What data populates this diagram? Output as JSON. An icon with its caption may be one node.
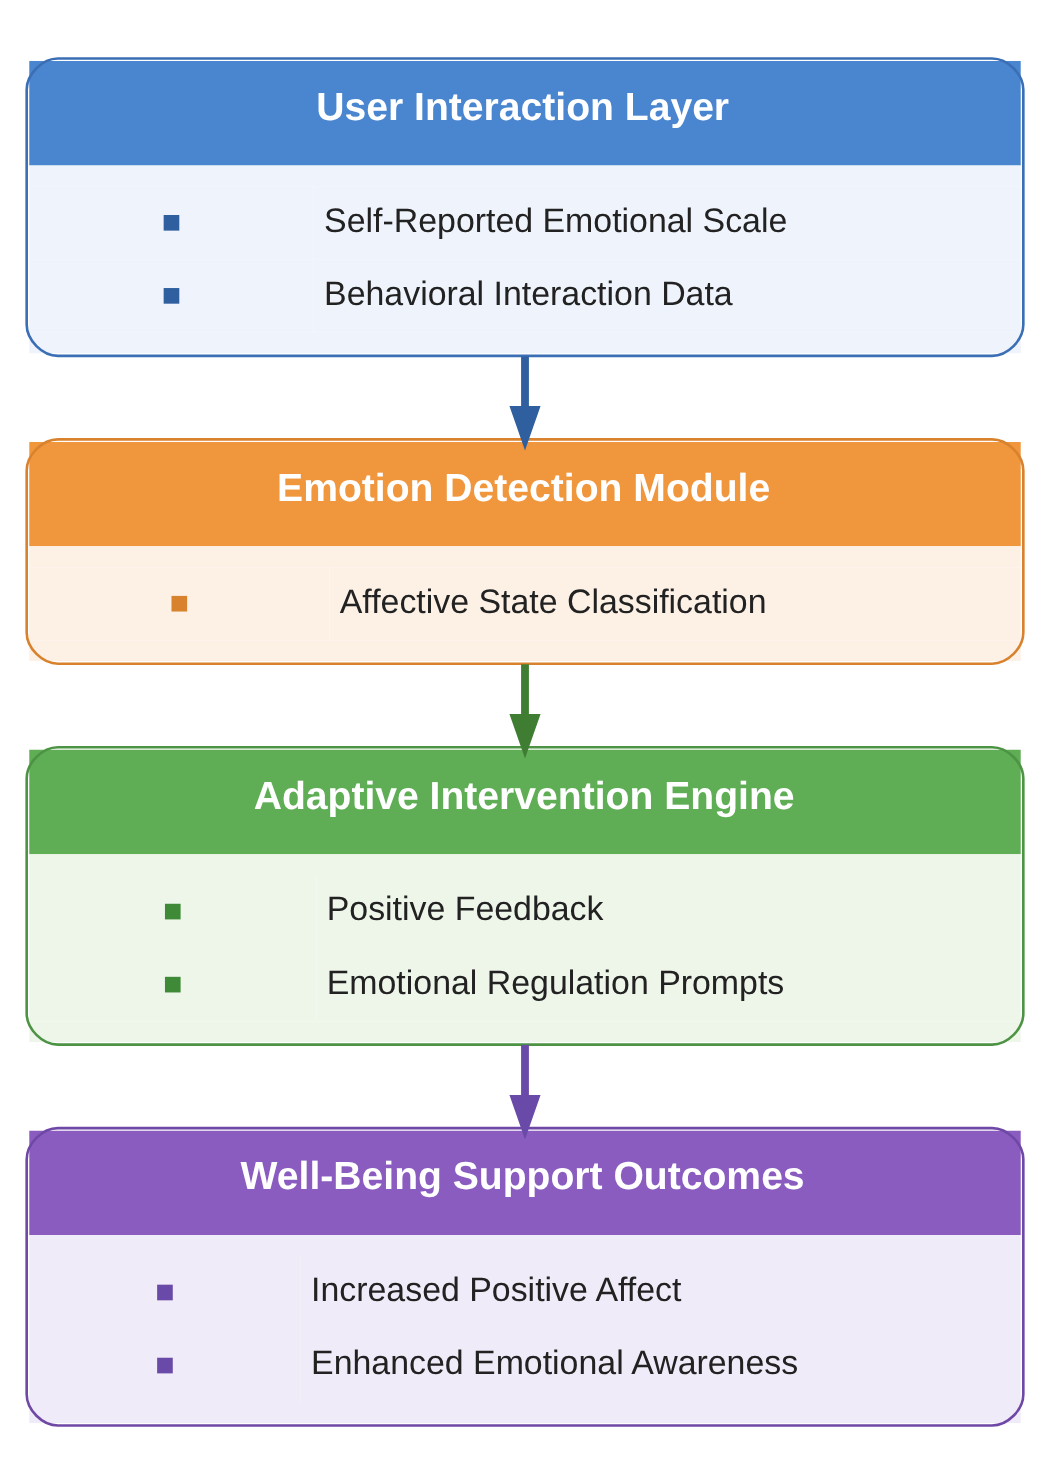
{
  "diagram": {
    "nodes": [
      {
        "text": [
          "User Interaction Layer",
          "Self-Reported Emotional Scale",
          "Behavioral Interaction Data"
        ]
      },
      {
        "text": [
          "Emotion Detection Module",
          "Affective State Classification"
        ]
      },
      {
        "text": [
          "Adaptive Intervention Engine",
          "Positive Feedback",
          "Emotional Regulation Prompts"
        ]
      },
      {
        "text": [
          "Well-Being Support Outcomes",
          "Increased Positive Affect",
          "Enhanced Emotional Awareness"
        ]
      }
    ],
    "edges": [
      {
        "from": 0,
        "to": 1,
        "arrow": "to",
        "color": "#2f5f9e"
      },
      {
        "from": 1,
        "to": 2,
        "arrow": "to",
        "color": "#3f7d32"
      },
      {
        "from": 2,
        "to": 3,
        "arrow": "to",
        "color": "#6a4aa8"
      }
    ]
  }
}
